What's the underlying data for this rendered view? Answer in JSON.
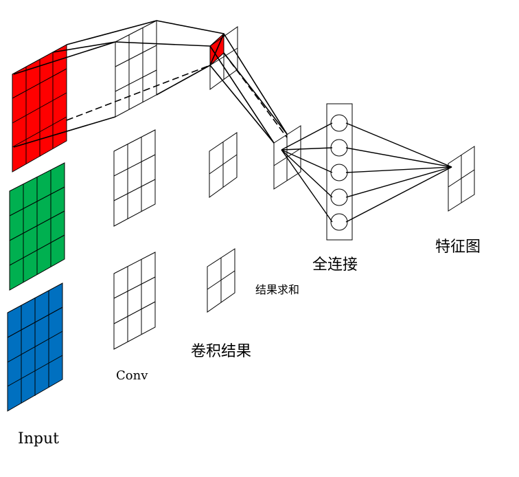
{
  "labels": {
    "input": "Input",
    "conv": "Conv",
    "conv_result": "卷积结果",
    "sum_result": "结果求和",
    "fully_connected": "全连接",
    "feature_map": "特征图"
  },
  "channels": [
    {
      "name": "red",
      "color": "#ff0000"
    },
    {
      "name": "green",
      "color": "#00b050"
    },
    {
      "name": "blue",
      "color": "#0070c0"
    }
  ],
  "fc_neuron_count": 5
}
